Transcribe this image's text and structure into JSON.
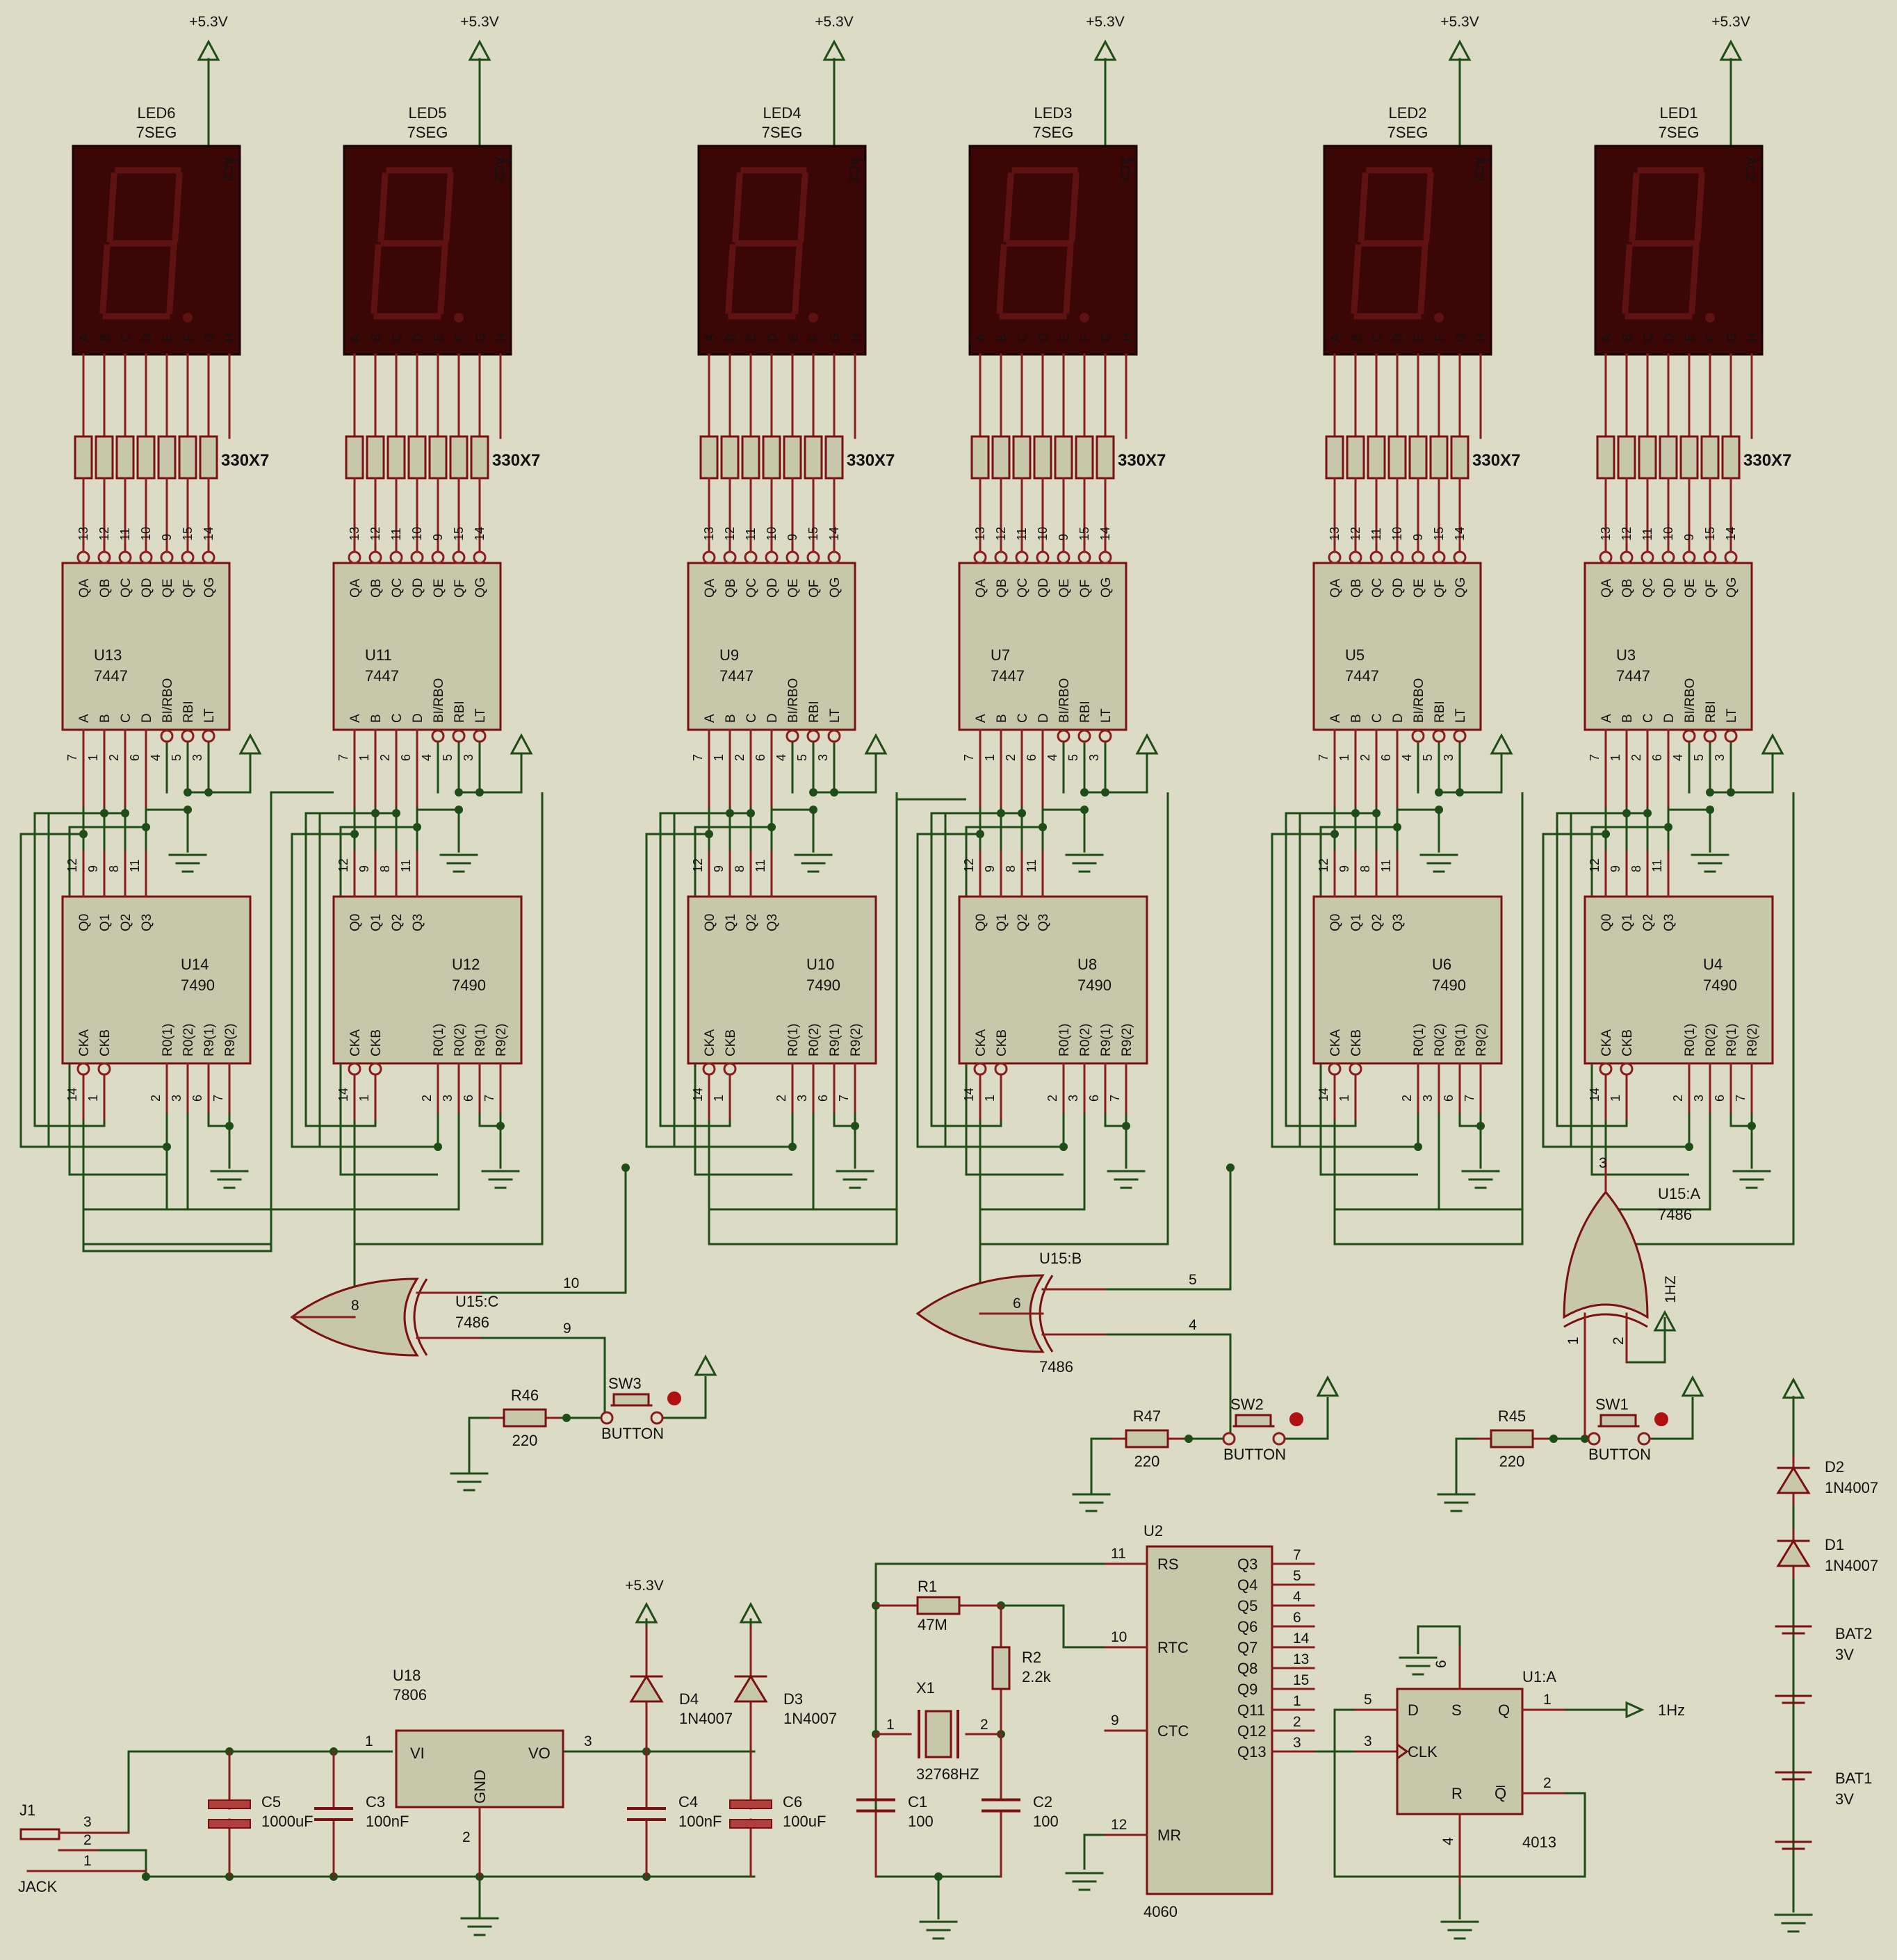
{
  "colors": {
    "background": "#dcdcc6",
    "wire": "#1f4d16",
    "pin": "#8a1c1c",
    "body": "#c7c7aa",
    "outline": "#7a1010",
    "led_body": "#3a0606",
    "led_segment": "#5e1212",
    "text": "#111111",
    "resnet_label": "#8b1111"
  },
  "supply_label": "+5.3V",
  "seg_pin_letters": [
    "A",
    "B",
    "C",
    "D",
    "E",
    "F",
    "G",
    "H"
  ],
  "led_common_pin": "AC2",
  "led_common_number": "1",
  "resnet_label": "330X7",
  "decoder": {
    "top_pins": [
      "QA",
      "QB",
      "QC",
      "QD",
      "QE",
      "QF",
      "QG"
    ],
    "top_nums": [
      "13",
      "12",
      "11",
      "10",
      "9",
      "15",
      "14"
    ],
    "bot_pins": [
      "A",
      "B",
      "C",
      "D",
      "BI/RBO",
      "RBI",
      "LT"
    ],
    "bot_nums": [
      "7",
      "1",
      "2",
      "6",
      "4",
      "5",
      "3"
    ],
    "type": "7447"
  },
  "counter": {
    "top_pins": [
      "Q0",
      "Q1",
      "Q2",
      "Q3"
    ],
    "top_nums": [
      "12",
      "9",
      "8",
      "11"
    ],
    "clk_pins": [
      "CKA",
      "CKB"
    ],
    "clk_nums": [
      "14",
      "1"
    ],
    "reset_pins": [
      "R0(1)",
      "R0(2)",
      "R9(1)",
      "R9(2)"
    ],
    "reset_nums": [
      "2",
      "3",
      "6",
      "7"
    ],
    "type": "7490"
  },
  "digits": [
    {
      "led": "LED6",
      "led_type": "7SEG",
      "decoder": "U13",
      "counter": "U14"
    },
    {
      "led": "LED5",
      "led_type": "7SEG",
      "decoder": "U11",
      "counter": "U12"
    },
    {
      "led": "LED4",
      "led_type": "7SEG",
      "decoder": "U9",
      "counter": "U10"
    },
    {
      "led": "LED3",
      "led_type": "7SEG",
      "decoder": "U7",
      "counter": "U8"
    },
    {
      "led": "LED2",
      "led_type": "7SEG",
      "decoder": "U5",
      "counter": "U6"
    },
    {
      "led": "LED1",
      "led_type": "7SEG",
      "decoder": "U3",
      "counter": "U4"
    }
  ],
  "xor_gates": [
    {
      "name": "U15:C",
      "type": "7486",
      "out": "10",
      "in_a": "9",
      "in_b": "8"
    },
    {
      "name": "U15:B",
      "type": "7486",
      "out": "5",
      "in_a": "4",
      "in_b": "6"
    },
    {
      "name": "U15:A",
      "type": "7486",
      "out": "3",
      "in_a": "1",
      "in_b": "2"
    }
  ],
  "input_1hz": "1HZ",
  "buttons": [
    {
      "name": "SW3",
      "type": "BUTTON",
      "resistor": "R46",
      "value": "220"
    },
    {
      "name": "SW2",
      "type": "BUTTON",
      "resistor": "R47",
      "value": "220"
    },
    {
      "name": "SW1",
      "type": "BUTTON",
      "resistor": "R45",
      "value": "220"
    }
  ],
  "power": {
    "jack": {
      "name": "J1",
      "type": "JACK",
      "pins": [
        "3",
        "2",
        "1"
      ]
    },
    "regulator": {
      "name": "U18",
      "type": "7806",
      "vi": "VI",
      "vo": "VO",
      "gnd": "GND",
      "pin_vi": "1",
      "pin_vo": "3",
      "pin_gnd": "2"
    },
    "c5": {
      "name": "C5",
      "value": "1000uF"
    },
    "c3": {
      "name": "C3",
      "value": "100nF"
    },
    "c4": {
      "name": "C4",
      "value": "100nF"
    },
    "c6": {
      "name": "C6",
      "value": "100uF"
    },
    "d4": {
      "name": "D4",
      "type": "1N4007"
    },
    "d3": {
      "name": "D3",
      "type": "1N4007"
    }
  },
  "oscillator": {
    "r1": {
      "name": "R1",
      "value": "47M"
    },
    "r2": {
      "name": "R2",
      "value": "2.2k"
    },
    "x1": {
      "name": "X1",
      "value": "32768HZ",
      "pin1": "1",
      "pin2": "2"
    },
    "c1": {
      "name": "C1",
      "value": "100"
    },
    "c2": {
      "name": "C2",
      "value": "100"
    }
  },
  "divider": {
    "name": "U2",
    "type": "4060",
    "left_pins": [
      {
        "name": "RS",
        "num": "11"
      },
      {
        "name": "RTC",
        "num": "10"
      },
      {
        "name": "CTC",
        "num": "9"
      },
      {
        "name": "MR",
        "num": "12"
      }
    ],
    "right_pins": [
      {
        "name": "Q3",
        "num": "7"
      },
      {
        "name": "Q4",
        "num": "5"
      },
      {
        "name": "Q5",
        "num": "4"
      },
      {
        "name": "Q6",
        "num": "6"
      },
      {
        "name": "Q7",
        "num": "14"
      },
      {
        "name": "Q8",
        "num": "13"
      },
      {
        "name": "Q9",
        "num": "15"
      },
      {
        "name": "Q11",
        "num": "1"
      },
      {
        "name": "Q12",
        "num": "2"
      },
      {
        "name": "Q13",
        "num": "3"
      }
    ]
  },
  "flipflop": {
    "name": "U1:A",
    "type": "4013",
    "pins": {
      "D": "D",
      "S": "S",
      "CLK": "CLK",
      "Q": "Q",
      "R": "R",
      "QB": "Q̅"
    },
    "nums": {
      "D": "5",
      "S": "6",
      "CLK": "3",
      "Q": "1",
      "R": "4",
      "QB": "2"
    },
    "output": "1Hz"
  },
  "battery": {
    "d2": {
      "name": "D2",
      "type": "1N4007"
    },
    "d1": {
      "name": "D1",
      "type": "1N4007"
    },
    "bat2": {
      "name": "BAT2",
      "value": "3V"
    },
    "bat1": {
      "name": "BAT1",
      "value": "3V"
    }
  }
}
